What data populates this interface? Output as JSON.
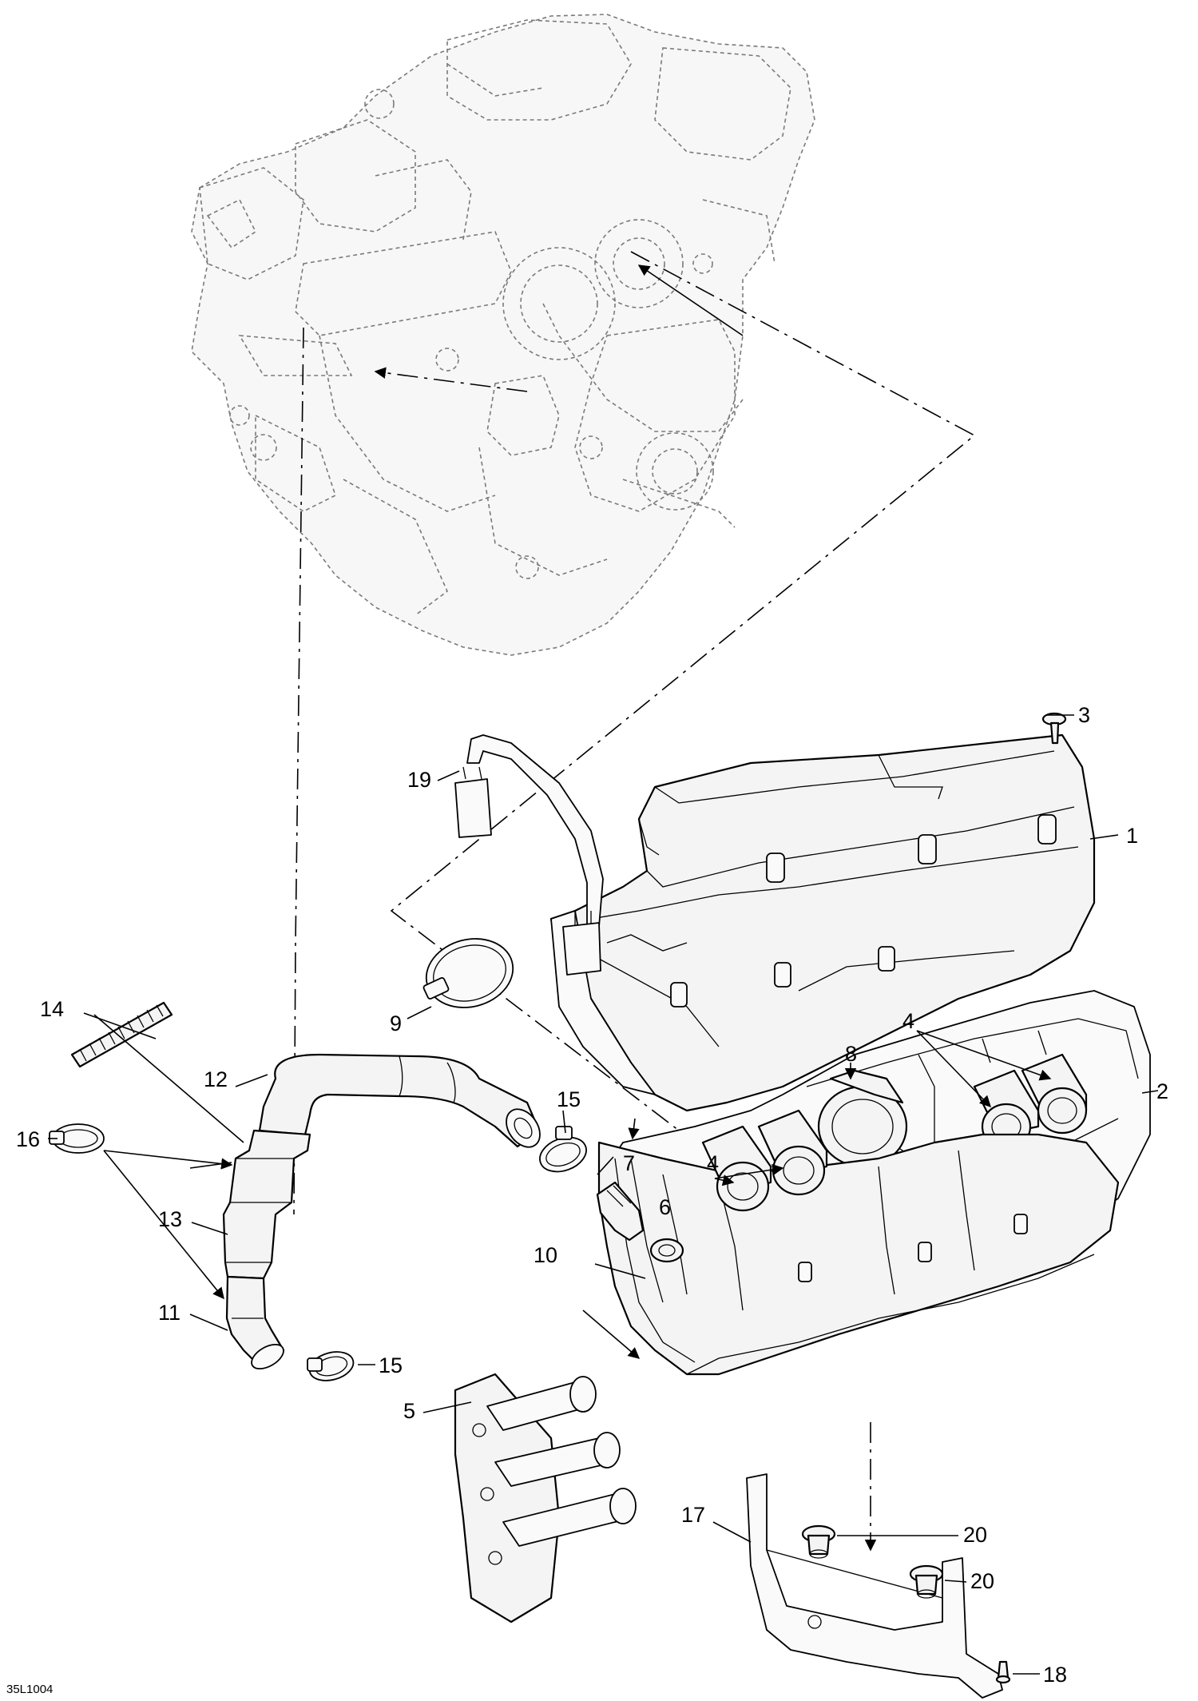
{
  "figure": {
    "reference_code": "35L1004",
    "callouts": {
      "c1": "1",
      "c2": "2",
      "c3": "3",
      "c4a": "4",
      "c4b": "4",
      "c5": "5",
      "c6": "6",
      "c7": "7",
      "c8": "8",
      "c9": "9",
      "c10": "10",
      "c11": "11",
      "c12": "12",
      "c13": "13",
      "c14": "14",
      "c15a": "15",
      "c15b": "15",
      "c16": "16",
      "c17": "17",
      "c18": "18",
      "c19": "19",
      "c20a": "20",
      "c20b": "20"
    }
  }
}
